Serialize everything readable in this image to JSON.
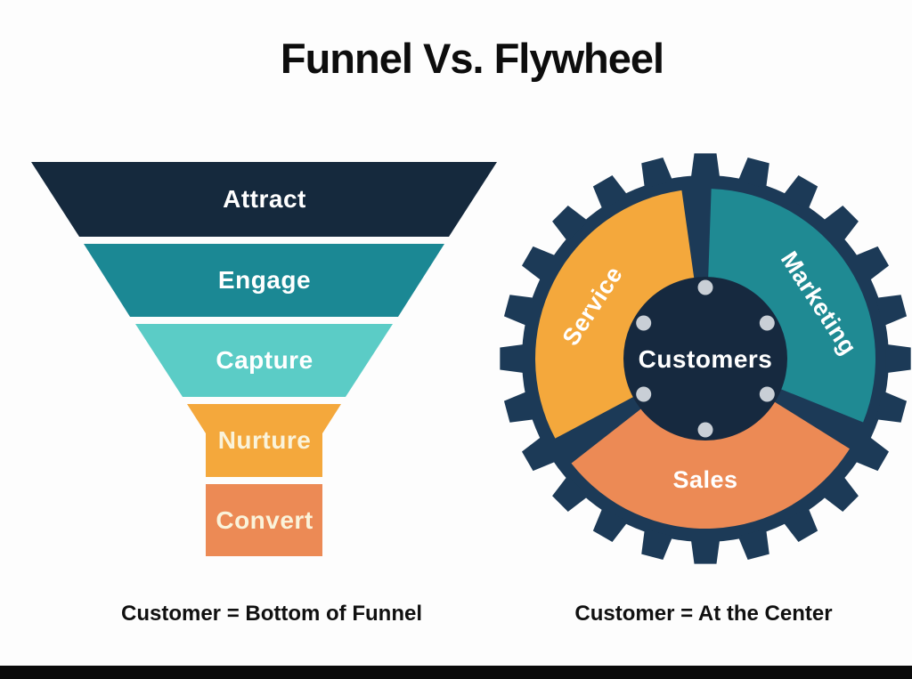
{
  "title": "Funnel Vs. Flywheel",
  "funnel": {
    "stages": [
      {
        "label": "Attract",
        "color": "#15293D",
        "text_color": "#FFFFFF"
      },
      {
        "label": "Engage",
        "color": "#1B8894",
        "text_color": "#FFFFFF"
      },
      {
        "label": "Capture",
        "color": "#5BCCC6",
        "text_color": "#FFFFFF"
      },
      {
        "label": "Nurture",
        "color": "#F4A83C",
        "text_color": "#FAF3DA"
      },
      {
        "label": "Convert",
        "color": "#EC8A55",
        "text_color": "#FAF3DA"
      }
    ],
    "caption": "Customer = Bottom of Funnel"
  },
  "flywheel": {
    "center_label": "Customers",
    "segments": [
      {
        "label": "Service",
        "color": "#F4A83C",
        "angle_start": 98,
        "angle_end": 208,
        "label_angle": 152,
        "label_radius": 135,
        "label_rotation": -57
      },
      {
        "label": "Marketing",
        "color": "#1F8A93",
        "angle_start": 338,
        "angle_end": 448,
        "label_angle": 29,
        "label_radius": 137,
        "label_rotation": 57
      },
      {
        "label": "Sales",
        "color": "#EC8A55",
        "angle_start": 218,
        "angle_end": 328,
        "label_angle": 270,
        "label_radius": 136,
        "label_rotation": 0
      }
    ],
    "gear_color": "#1C3A57",
    "hub_color": "#16293F",
    "bolt_color": "#C9CFD6",
    "bolt_angles": [
      30,
      90,
      150,
      210,
      270,
      330
    ],
    "teeth_count": 24,
    "caption": "Customer = At the Center"
  },
  "page": {
    "background": "#fdfdfd",
    "bottom_bar_color": "#0b0b0b"
  }
}
